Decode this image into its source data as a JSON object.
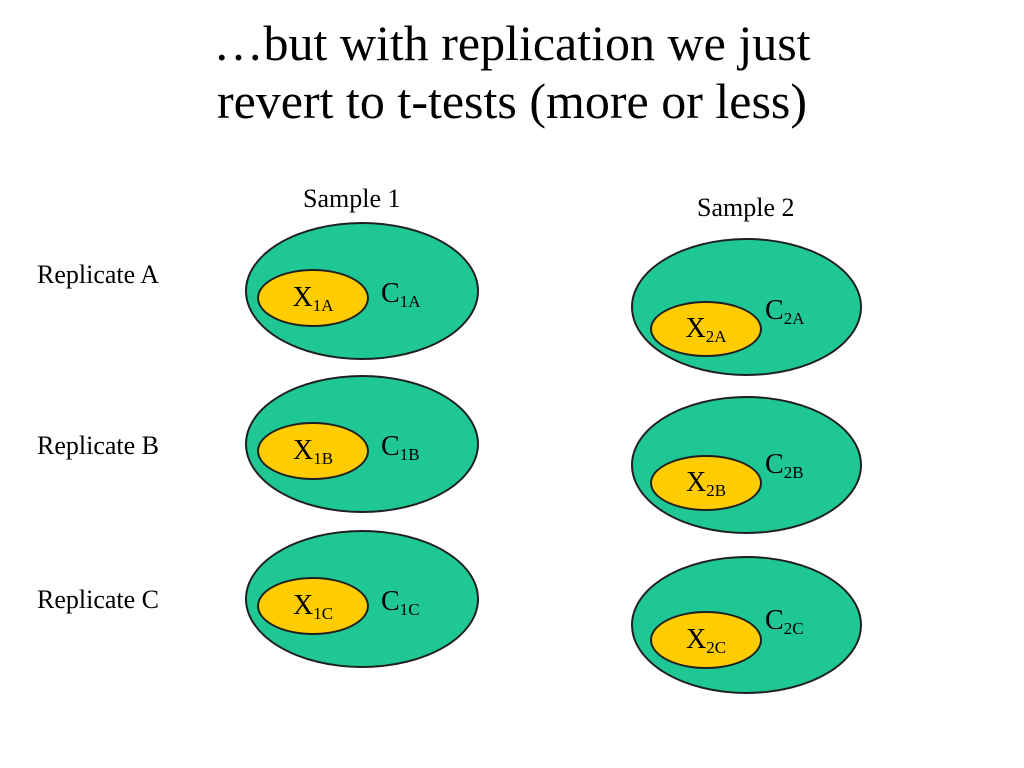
{
  "title": {
    "line1": "…but with replication we just",
    "line2": "revert to t-tests (more or less)"
  },
  "columns": [
    "Sample 1",
    "Sample 2"
  ],
  "rows": [
    "Replicate A",
    "Replicate B",
    "Replicate C"
  ],
  "colors": {
    "outer_fill": "#1fc794",
    "inner_fill": "#ffcc00",
    "stroke": "#1f1f1f"
  },
  "cells": [
    {
      "inner": {
        "base": "X",
        "sub": "1A"
      },
      "outer": {
        "base": "C",
        "sub": "1A"
      }
    },
    {
      "inner": {
        "base": "X",
        "sub": "2A"
      },
      "outer": {
        "base": "C",
        "sub": "2A"
      }
    },
    {
      "inner": {
        "base": "X",
        "sub": "1B"
      },
      "outer": {
        "base": "C",
        "sub": "1B"
      }
    },
    {
      "inner": {
        "base": "X",
        "sub": "2B"
      },
      "outer": {
        "base": "C",
        "sub": "2B"
      }
    },
    {
      "inner": {
        "base": "X",
        "sub": "1C"
      },
      "outer": {
        "base": "C",
        "sub": "1C"
      }
    },
    {
      "inner": {
        "base": "X",
        "sub": "2C"
      },
      "outer": {
        "base": "C",
        "sub": "2C"
      }
    }
  ]
}
